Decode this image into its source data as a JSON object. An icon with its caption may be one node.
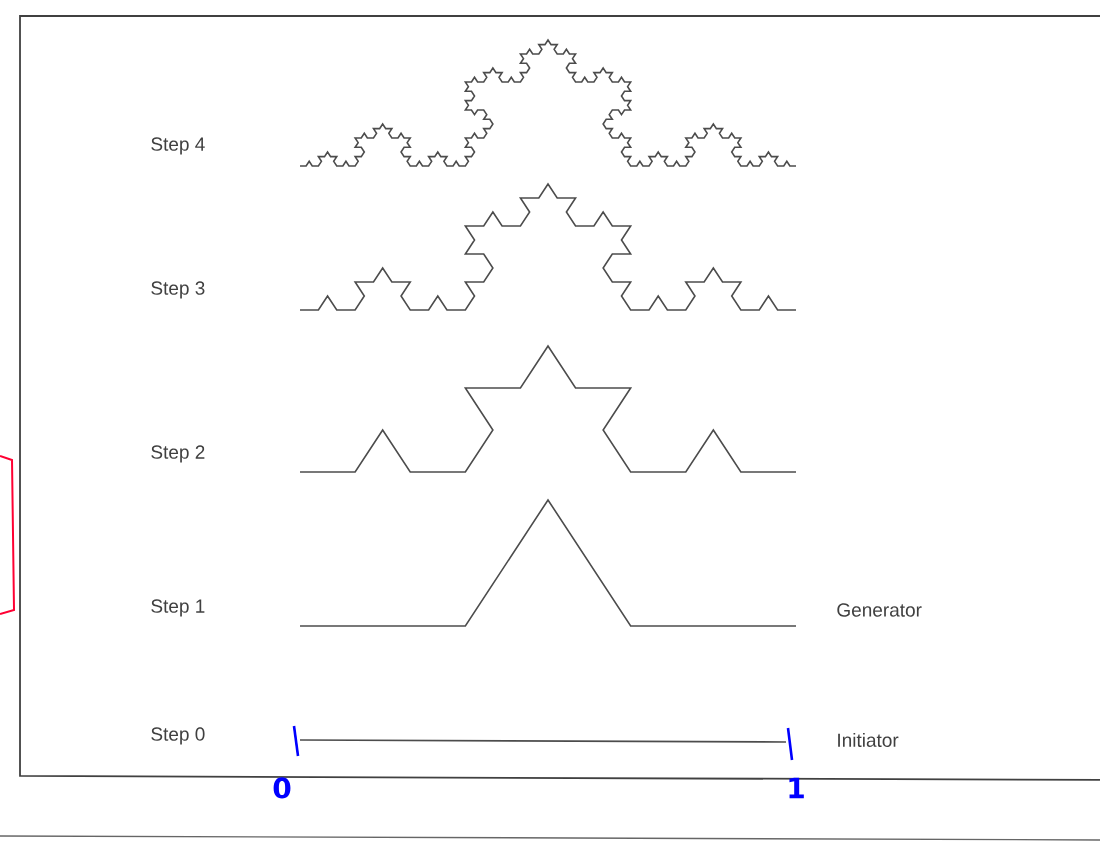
{
  "diagram": {
    "labels": [
      "Step 4",
      "Step 3",
      "Step 2",
      "Step 1",
      "Generator",
      "Step 0",
      "Initiator",
      "0",
      "1"
    ]
  }
}
